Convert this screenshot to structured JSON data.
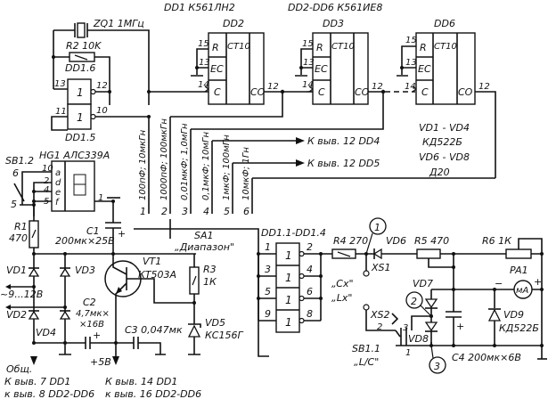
{
  "title": "LC meter schematic",
  "header": {
    "dd1_note": "DD1 К561ЛН2",
    "dd2_dd6_note": "DD2-DD6 К561ИЕ8"
  },
  "crystal": {
    "label": "ZQ1 1МГц"
  },
  "r2": {
    "label": "R2 10K"
  },
  "dd1_6": {
    "label": "DD1.6",
    "pin_in": "13",
    "pin_out": "12",
    "sym": "1"
  },
  "dd1_5": {
    "label": "DD1.5",
    "pin_in": "11",
    "pin_out": "10",
    "sym": "1"
  },
  "counters": [
    {
      "name": "DD2",
      "func": "CT10",
      "pin_r": "15",
      "pin_ec": "13",
      "pin_c": "14",
      "pin_co": "12",
      "r": "R",
      "ec": "EC",
      "c": "C",
      "co": "CO"
    },
    {
      "name": "DD3",
      "func": "CT10",
      "pin_r": "15",
      "pin_ec": "13",
      "pin_c": "14",
      "pin_co": "12",
      "r": "R",
      "ec": "EC",
      "c": "C",
      "co": "CO"
    },
    {
      "name": "DD6",
      "func": "CT10",
      "pin_r": "15",
      "pin_ec": "13",
      "pin_c": "14",
      "pin_co": "12",
      "r": "R",
      "ec": "EC",
      "c": "C",
      "co": "CO"
    }
  ],
  "diode_notes": [
    "VD1 - VD4",
    "КД522Б",
    "VD6 - VD8",
    "Д20"
  ],
  "outputs": {
    "to_dd4": "К выв. 12 DD4",
    "to_dd5": "К выв. 12 DD5"
  },
  "ranges": [
    {
      "num": "1",
      "label": "100пФ; 10мкГн"
    },
    {
      "num": "2",
      "label": "1000пФ; 100мкГн"
    },
    {
      "num": "3",
      "label": "0,01мкФ; 1,0мГн"
    },
    {
      "num": "4",
      "label": "0,1мкФ; 10мГн"
    },
    {
      "num": "5",
      "label": "1мкФ; 100мГн"
    },
    {
      "num": "6",
      "label": "10мкФ; 1Гн"
    }
  ],
  "hg1": {
    "label": "HG1 АЛС339А",
    "pins": [
      "10",
      "2",
      "4",
      "5"
    ],
    "segs": [
      "a",
      "d",
      "e",
      "f"
    ],
    "pin1": "1"
  },
  "sb1_2": {
    "label": "SB1.2",
    "p6": "6",
    "p5": "5"
  },
  "r1": {
    "label": "R1",
    "value": "470"
  },
  "c1": {
    "label": "C1",
    "value": "200мк×25В",
    "plus": "+"
  },
  "sa1": {
    "label": "SA1",
    "name": "„Диапазон\""
  },
  "vd": {
    "vd1": "VD1",
    "vd2": "VD2",
    "vd3": "VD3",
    "vd4": "VD4"
  },
  "power": {
    "ac_in": "~9...12В"
  },
  "c2": {
    "label": "C2",
    "value1": "4,7мк×",
    "value2": "×16В",
    "plus": "+"
  },
  "c3": {
    "label": "C3 0,047мк"
  },
  "vt1": {
    "label": "VT1",
    "type": "КТ503А"
  },
  "r3": {
    "label": "R3",
    "value": "1К"
  },
  "vd5": {
    "label": "VD5",
    "type": "КС156Г"
  },
  "bottom_left": [
    "Общ.",
    "К выв. 7 DD1",
    "к выв. 8 DD2-DD6"
  ],
  "bottom_mid": [
    "+5В",
    "К выв. 14 DD1",
    "к выв. 16 DD2-DD6"
  ],
  "dd1_x": {
    "label": "DD1.1-DD1.4",
    "pins_in": [
      "1",
      "3",
      "5",
      "9"
    ],
    "pins_out": [
      "2",
      "4",
      "6",
      "8"
    ],
    "sym": "1"
  },
  "r4": {
    "label": "R4 270"
  },
  "vd6": {
    "label": "VD6"
  },
  "r5": {
    "label": "R5 470"
  },
  "r6": {
    "label": "R6 1К"
  },
  "pa1": {
    "label": "PA1",
    "sym": "мА",
    "minus": "−",
    "plus": "+"
  },
  "test_points": [
    "1",
    "2",
    "3"
  ],
  "xs1": {
    "label": "XS1"
  },
  "xs2": {
    "label": "XS2"
  },
  "cx_lx": [
    "„Cx\"",
    "„Lx\""
  ],
  "vd7": {
    "label": "VD7"
  },
  "vd8": {
    "label": "VD8"
  },
  "vd9": {
    "label": "VD9",
    "type": "КД522Б"
  },
  "c4": {
    "label": "C4 200мк×6В",
    "plus": "+"
  },
  "sb1_1": {
    "label": "SB1.1",
    "name": "„L/C\"",
    "p1": "1",
    "p2": "2",
    "p3": "3"
  }
}
